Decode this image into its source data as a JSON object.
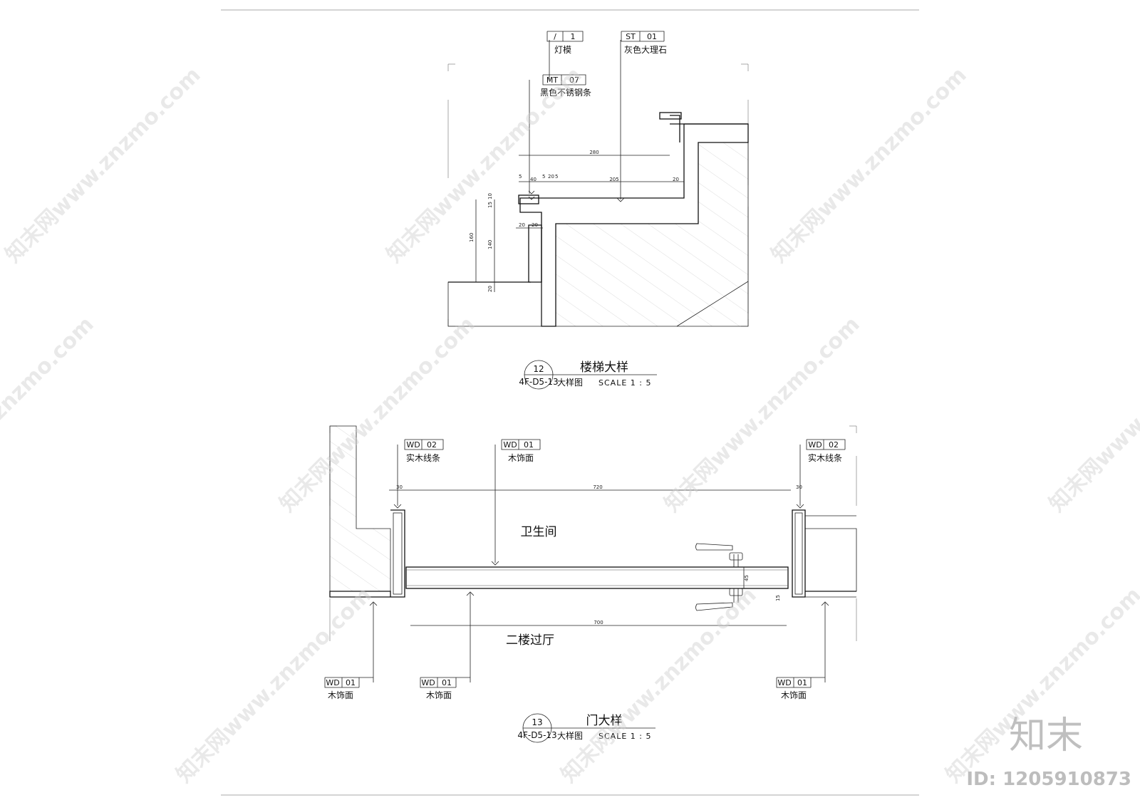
{
  "stair": {
    "title": "楼梯大样",
    "id": "12",
    "sheet": "4F-D5-13",
    "subtitle": "大样图",
    "scale": "SCALE 1 : 5",
    "tags": [
      {
        "code": "/",
        "num": "1",
        "label": "灯模"
      },
      {
        "code": "ST",
        "num": "01",
        "label": "灰色大理石"
      },
      {
        "code": "MT",
        "num": "07",
        "label": "黑色不锈钢条"
      }
    ],
    "dims": {
      "d280": "280",
      "d205": "205",
      "d5a": "5",
      "d40": "40",
      "d5b": "5",
      "d20a": "20",
      "d5c": "5",
      "d20b": "20",
      "d160": "160",
      "d140": "140",
      "d20c": "20",
      "d20d": "20",
      "d20e": "20",
      "d15": "15",
      "d10": "10"
    }
  },
  "door": {
    "title": "门大样",
    "id": "13",
    "sheet": "4F-D5-13",
    "subtitle": "大样图",
    "scale": "SCALE 1 : 5",
    "room_top": "卫生间",
    "room_bottom": "二楼过厅",
    "tags_top": [
      {
        "code": "WD",
        "num": "02",
        "label": "实木线条"
      },
      {
        "code": "WD",
        "num": "01",
        "label": "木饰面"
      },
      {
        "code": "WD",
        "num": "02",
        "label": "实木线条"
      }
    ],
    "tags_bottom": [
      {
        "code": "WD",
        "num": "01",
        "label": "木饰面"
      },
      {
        "code": "WD",
        "num": "01",
        "label": "木饰面"
      },
      {
        "code": "WD",
        "num": "01",
        "label": "木饰面"
      }
    ],
    "dims": {
      "d30a": "30",
      "d720": "720",
      "d30b": "30",
      "d700": "700",
      "d45": "45",
      "d15": "15"
    }
  },
  "watermark": "知末网www.znzmo.com",
  "brand": {
    "logo": "知末",
    "id": "ID: 1205910873"
  }
}
